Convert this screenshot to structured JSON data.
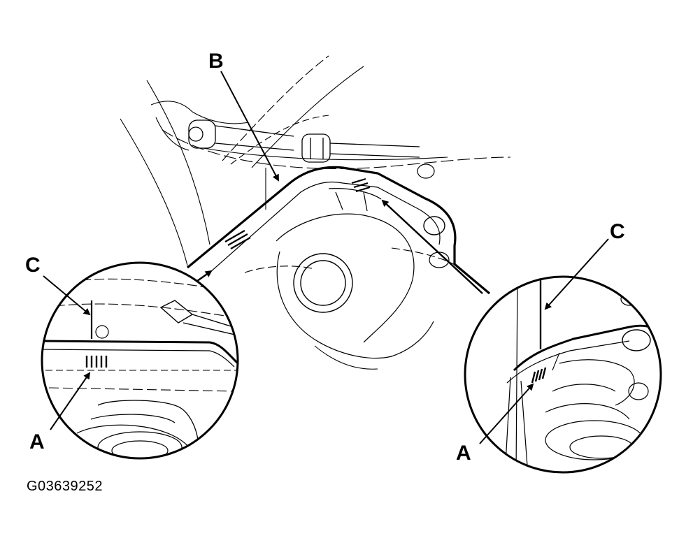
{
  "labels": {
    "b": "B",
    "c_left": "C",
    "a_left": "A",
    "c_right": "C",
    "a_right": "A"
  },
  "figure_id": "G03639252",
  "colors": {
    "line": "#000000",
    "background": "#ffffff"
  }
}
